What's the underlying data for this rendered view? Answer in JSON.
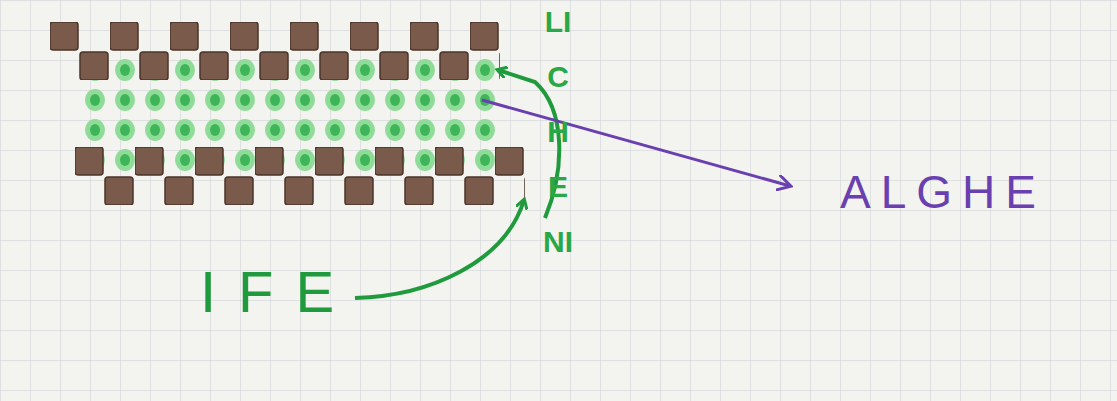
{
  "diagram": {
    "labels": [
      "IFE",
      "LICHENI",
      "ALGHE"
    ]
  }
}
